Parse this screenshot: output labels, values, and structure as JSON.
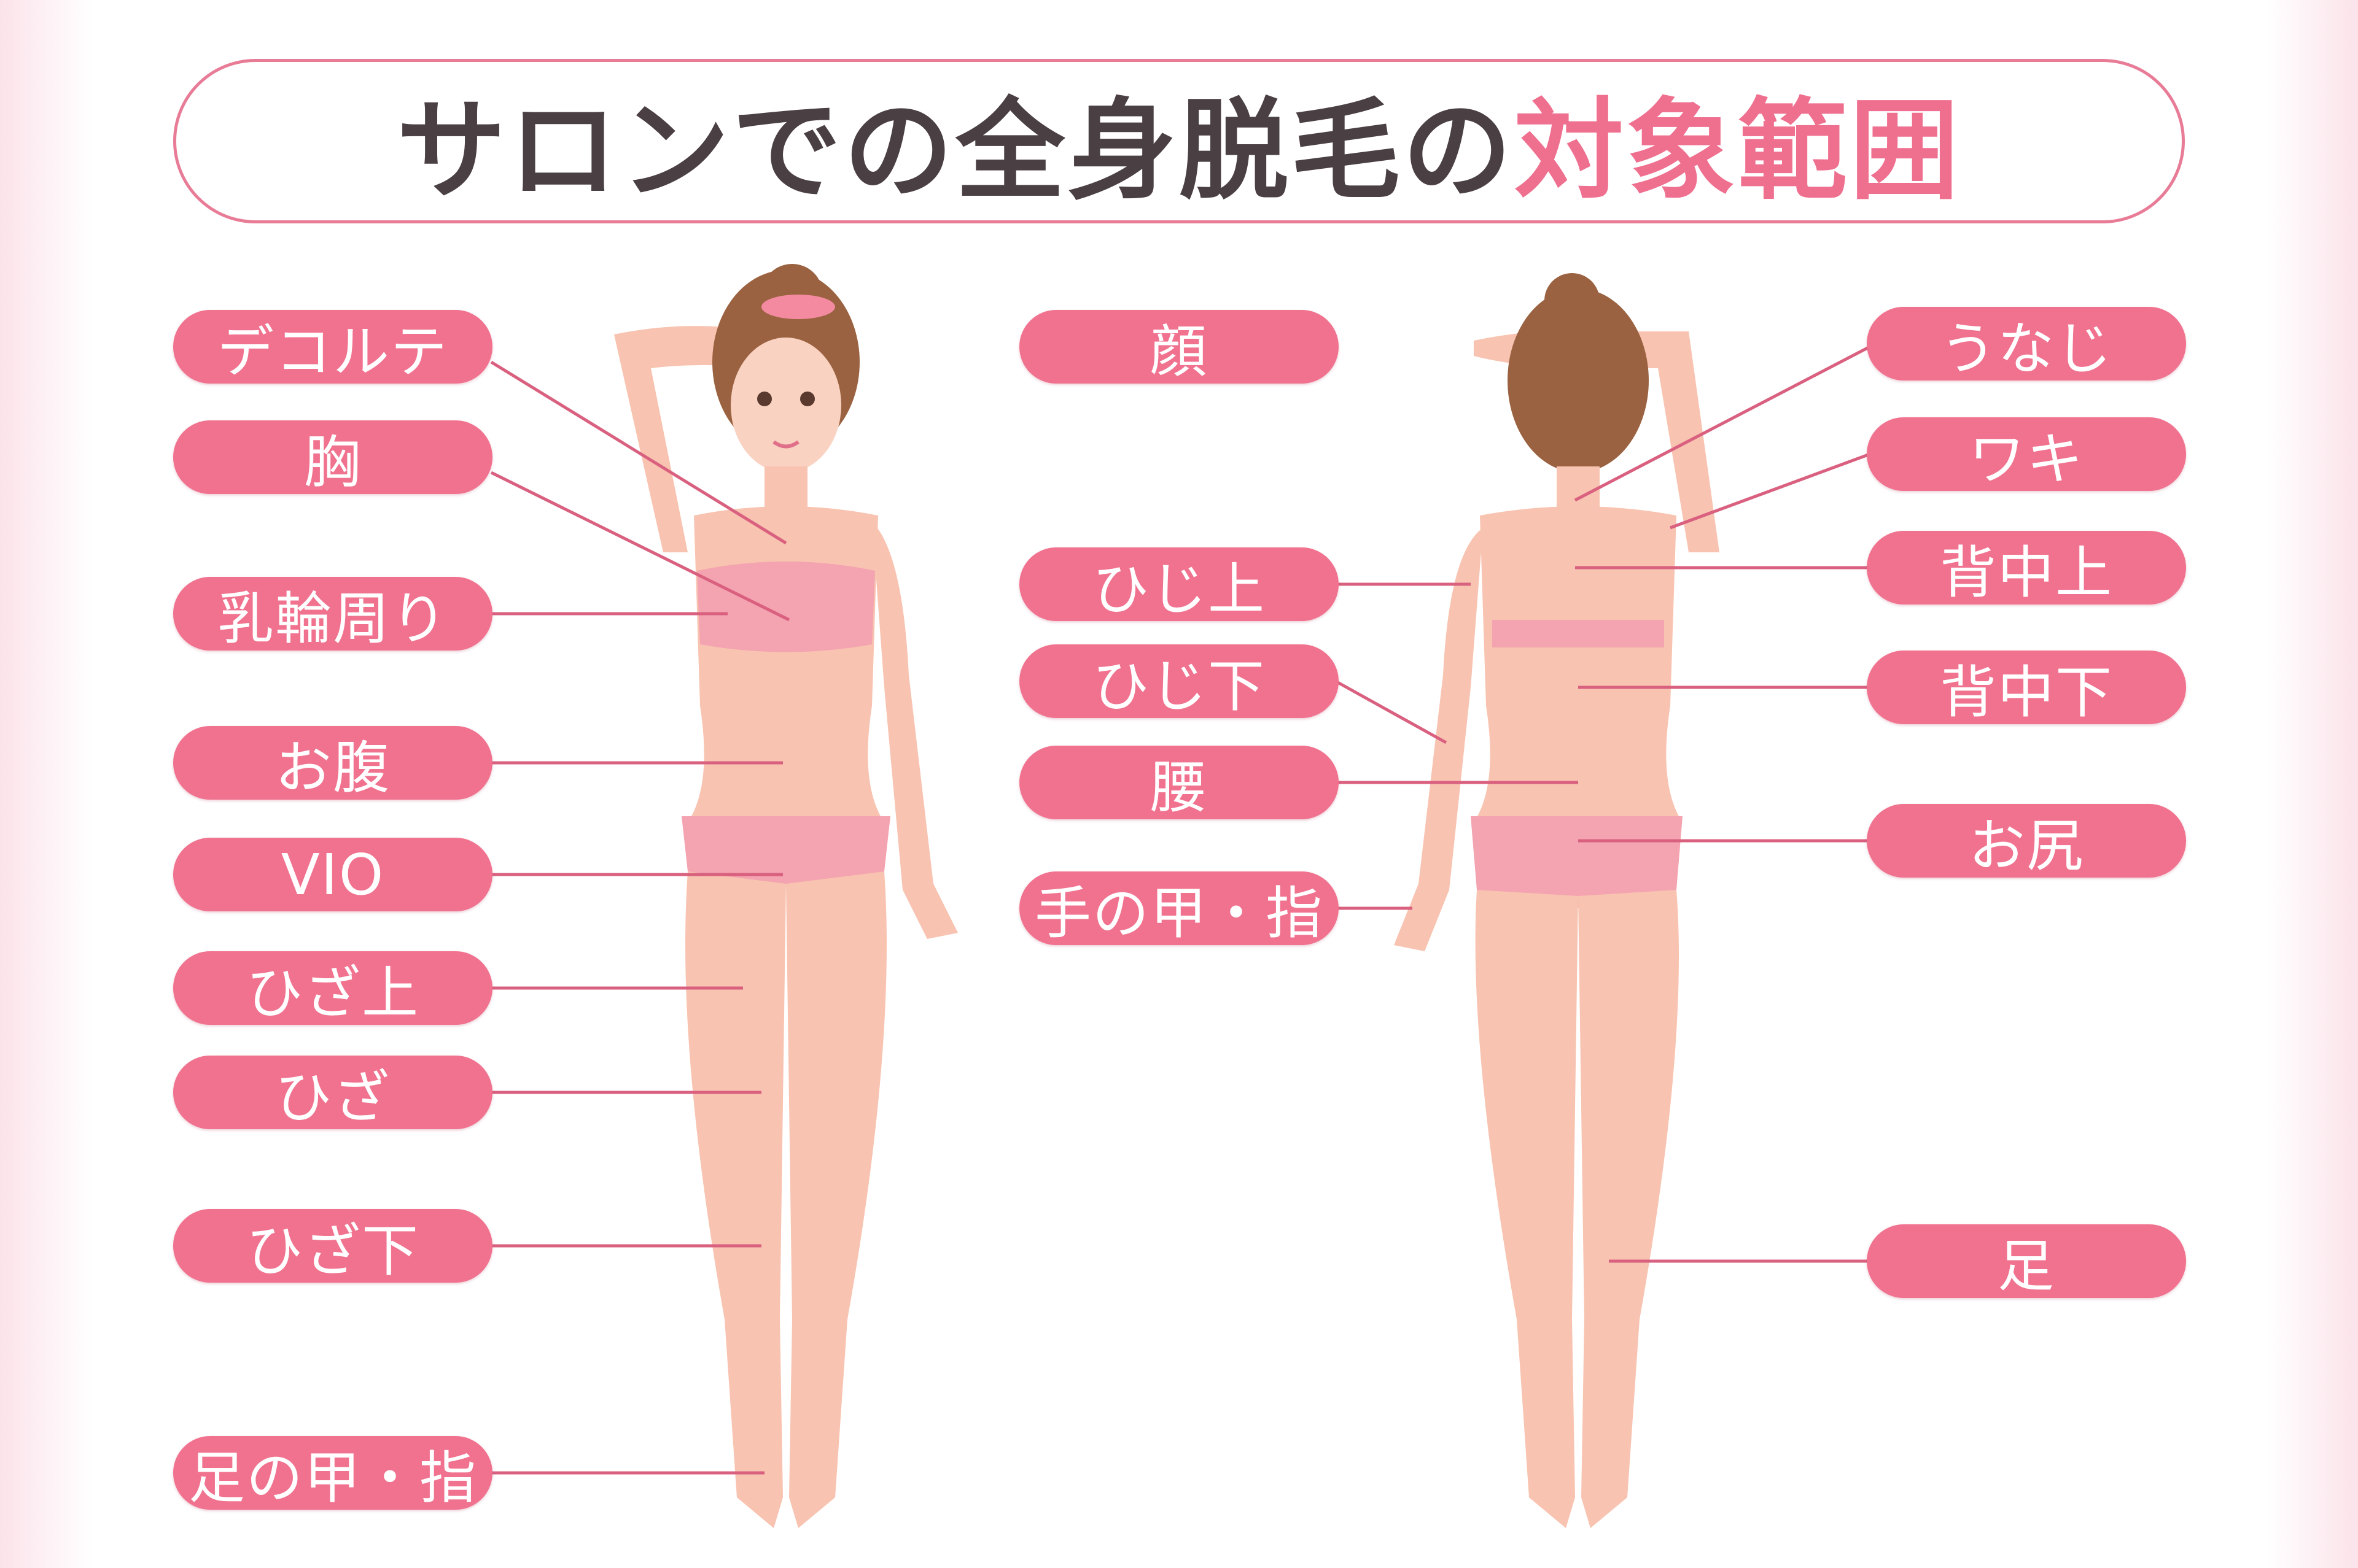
{
  "title": {
    "prefix": "サロンでの全身脱毛の",
    "highlight": "対象範囲"
  },
  "colors": {
    "pill": "#f0728f",
    "title_text": "#4a3f42",
    "highlight": "#ef6f8f",
    "skin": "#f8c3b0",
    "underwear": "#f4a3b0",
    "leader_line": "#d9607f"
  },
  "front_labels": [
    {
      "id": "decollete",
      "label": "デコルテ"
    },
    {
      "id": "chest",
      "label": "胸"
    },
    {
      "id": "areola",
      "label": "乳輪周り"
    },
    {
      "id": "belly",
      "label": "お腹"
    },
    {
      "id": "vio",
      "label": "VIO"
    },
    {
      "id": "above-knee",
      "label": "ひざ上"
    },
    {
      "id": "knee",
      "label": "ひざ"
    },
    {
      "id": "below-knee",
      "label": "ひざ下"
    },
    {
      "id": "foot",
      "label": "足の甲・指"
    }
  ],
  "middle_labels": [
    {
      "id": "face",
      "label": "顔"
    },
    {
      "id": "upper-arm",
      "label": "ひじ上"
    },
    {
      "id": "lower-arm",
      "label": "ひじ下"
    },
    {
      "id": "waist",
      "label": "腰"
    },
    {
      "id": "hand",
      "label": "手の甲・指"
    }
  ],
  "back_labels": [
    {
      "id": "nape",
      "label": "うなじ"
    },
    {
      "id": "armpit",
      "label": "ワキ"
    },
    {
      "id": "upper-back",
      "label": "背中上"
    },
    {
      "id": "lower-back",
      "label": "背中下"
    },
    {
      "id": "buttocks",
      "label": "お尻"
    },
    {
      "id": "legs",
      "label": "足"
    }
  ]
}
